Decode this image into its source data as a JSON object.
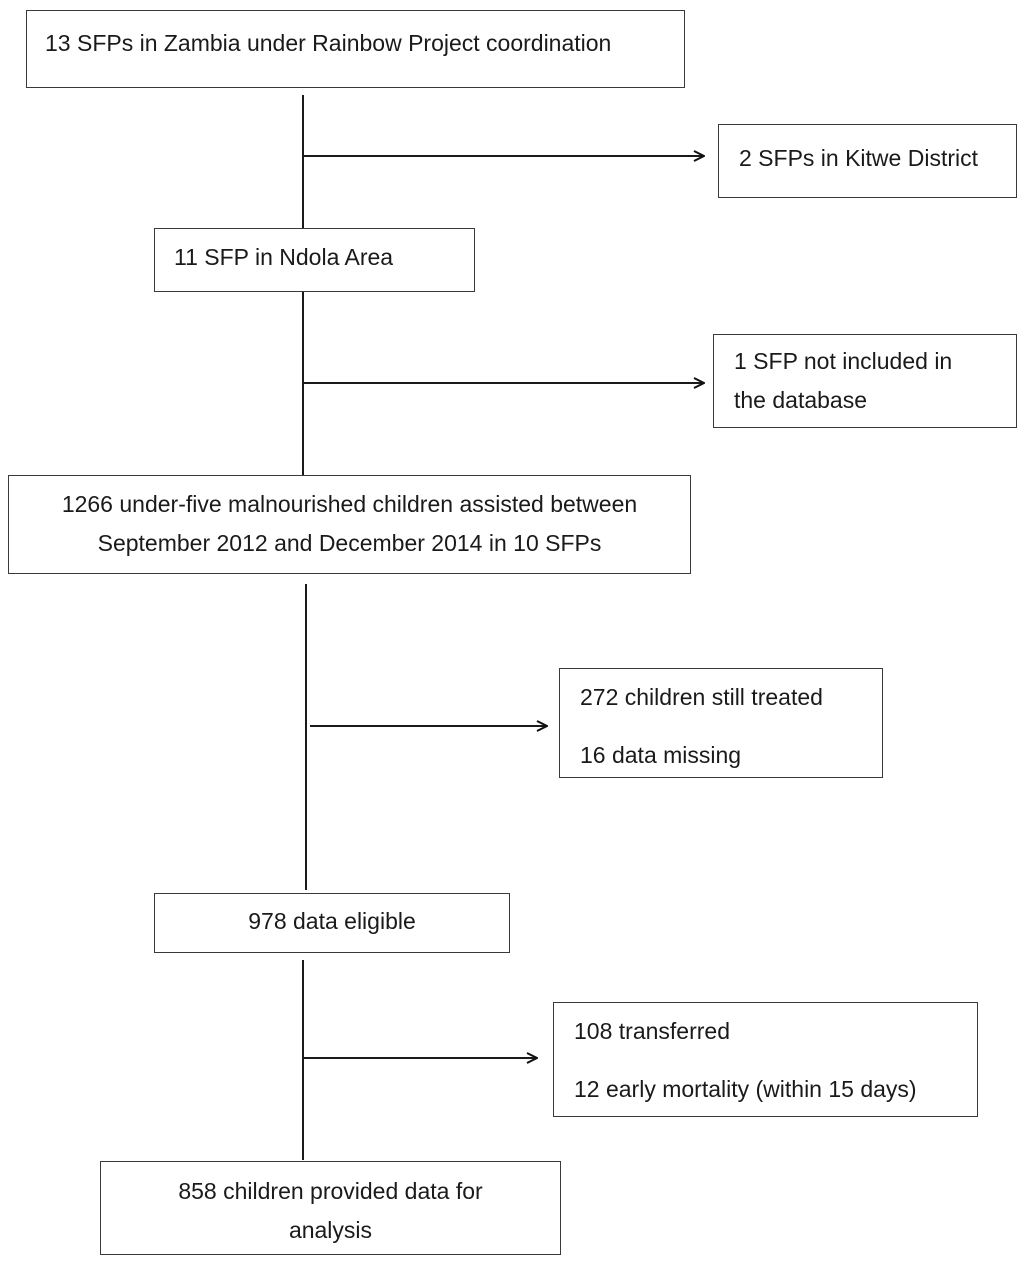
{
  "nodes": {
    "start": {
      "lines": [
        "13 SFPs in Zambia under Rainbow Project coordination"
      ]
    },
    "excl_kitwe": {
      "lines": [
        "2 SFPs in Kitwe District"
      ]
    },
    "ndola": {
      "lines": [
        "11 SFP in Ndola Area"
      ]
    },
    "excl_db": {
      "lines": [
        "1 SFP not included in",
        "the database"
      ]
    },
    "assisted": {
      "lines": [
        "1266 under-five malnourished children assisted between",
        "September 2012 and December 2014 in 10 SFPs"
      ]
    },
    "excl_treated": {
      "lines": [
        "272 children still treated",
        "16 data missing"
      ]
    },
    "eligible": {
      "lines": [
        "978 data eligible"
      ]
    },
    "excl_transferred": {
      "lines": [
        "108 transferred",
        "12 early mortality (within 15 days)"
      ]
    },
    "analysis": {
      "lines": [
        "858 children provided data for",
        "analysis"
      ]
    }
  }
}
